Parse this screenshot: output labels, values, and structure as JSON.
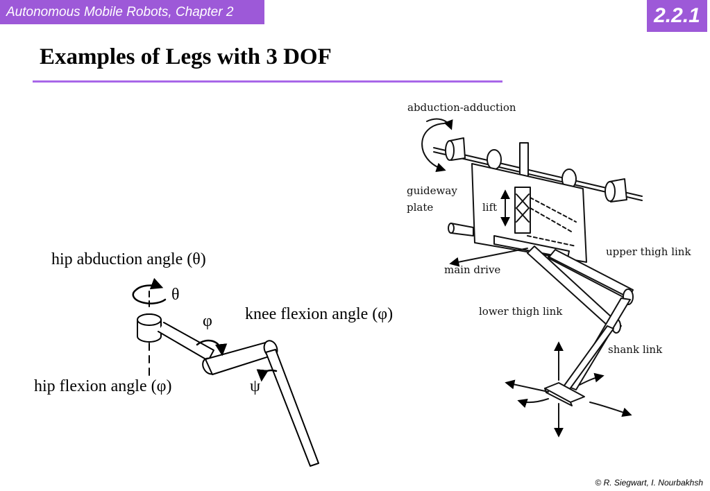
{
  "header": {
    "course_title": "Autonomous Mobile Robots, Chapter 2",
    "slide_number": "2.2.1"
  },
  "slide": {
    "title": "Examples of Legs with 3 DOF"
  },
  "left_diagram": {
    "hip_abduction_label": "hip abduction angle (θ)",
    "knee_flexion_label": "knee flexion angle (φ)",
    "hip_flexion_label": "hip flexion angle (φ)",
    "theta_symbol": "θ",
    "phi_symbol": "φ",
    "psi_symbol": "ψ"
  },
  "right_diagram": {
    "abduction_label": "abduction-adduction",
    "guideway_label_line1": "guideway",
    "guideway_label_line2": "plate",
    "lift_label": "lift",
    "upper_thigh_label": "upper thigh link",
    "main_drive_label": "main drive",
    "lower_thigh_label": "lower thigh link",
    "shank_label": "shank link"
  },
  "footer": {
    "copyright": "© R. Siegwart, I. Nourbakhsh"
  }
}
